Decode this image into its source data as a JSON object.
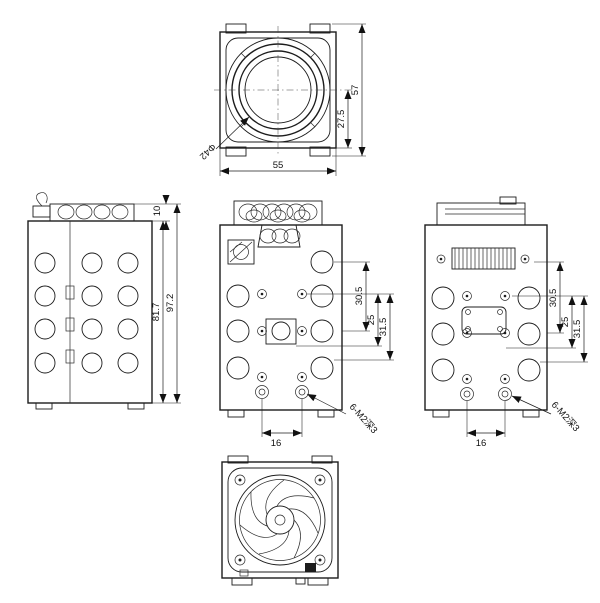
{
  "top_view": {
    "height": "57",
    "center_to_edge": "27.5",
    "width": "55",
    "lens_diameter": "Φ42"
  },
  "left_view": {
    "top_section": "10",
    "body_height": "81.7",
    "total_height": "97.2"
  },
  "front_view": {
    "dim_upper": "30.5",
    "dim_mid": "25",
    "dim_outer": "31.5",
    "hole_spacing": "16",
    "thread_callout": "6-M2深3"
  },
  "right_view": {
    "dim_upper": "30.5",
    "dim_mid": "25",
    "dim_outer": "31.5",
    "hole_spacing": "16",
    "thread_callout": "6-M2深3"
  }
}
